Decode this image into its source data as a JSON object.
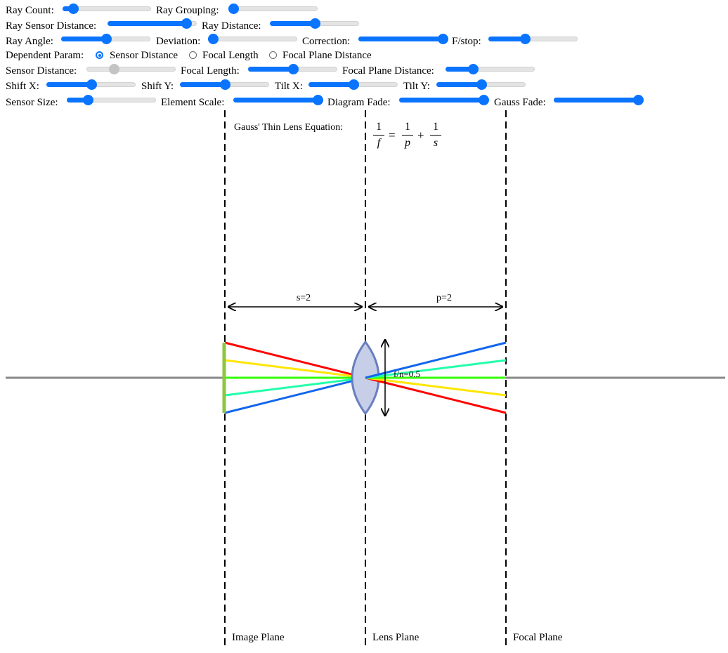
{
  "controls": {
    "ray_count": {
      "label": "Ray Count:",
      "value": 0.07
    },
    "ray_grouping": {
      "label": "Ray Grouping:",
      "value": 0.0
    },
    "ray_sensor_distance": {
      "label": "Ray Sensor Distance:",
      "value": 0.93
    },
    "ray_distance": {
      "label": "Ray Distance:",
      "value": 0.5
    },
    "ray_angle": {
      "label": "Ray Angle:",
      "value": 0.5
    },
    "deviation": {
      "label": "Deviation:",
      "value": 0.0
    },
    "correction": {
      "label": "Correction:",
      "value": 1.0
    },
    "fstop": {
      "label": "F/stop:",
      "value": 0.4
    },
    "dependent_param": {
      "label": "Dependent Param:",
      "options": [
        "Sensor Distance",
        "Focal Length",
        "Focal Plane Distance"
      ],
      "selected": "Sensor Distance"
    },
    "sensor_distance": {
      "label": "Sensor Distance:",
      "value": 0.28,
      "disabled": true
    },
    "focal_length": {
      "label": "Focal Length:",
      "value": 0.5
    },
    "focal_plane_distance": {
      "label": "Focal Plane Distance:",
      "value": 0.28
    },
    "shift_x": {
      "label": "Shift X:",
      "value": 0.5
    },
    "shift_y": {
      "label": "Shift Y:",
      "value": 0.5
    },
    "tilt_x": {
      "label": "Tilt X:",
      "value": 0.5
    },
    "tilt_y": {
      "label": "Tilt Y:",
      "value": 0.5
    },
    "sensor_size": {
      "label": "Sensor Size:",
      "value": 0.2
    },
    "element_scale": {
      "label": "Element Scale:",
      "value": 1.0
    },
    "diagram_fade": {
      "label": "Diagram Fade:",
      "value": 1.0
    },
    "gauss_fade": {
      "label": "Gauss Fade:",
      "value": 1.0
    }
  },
  "diagram": {
    "equation_label": "Gauss' Thin Lens Equation:",
    "equation": {
      "lhs_num": "1",
      "lhs_den": "f",
      "equals": "=",
      "t1_num": "1",
      "t1_den": "p",
      "plus": "+",
      "t2_num": "1",
      "t2_den": "s"
    },
    "s_label": "s=2",
    "p_label": "p=2",
    "fn_label": "f/n=0.5",
    "image_plane_label": "Image Plane",
    "lens_plane_label": "Lens Plane",
    "focal_plane_label": "Focal Plane",
    "colors": {
      "axis": "#888888",
      "sensor": "#8dc63f",
      "lens_fill": "#c7cee8",
      "lens_stroke": "#6a7fbf",
      "ray_red": "#ff0000",
      "ray_yellow": "#ffe600",
      "ray_green": "#33ff00",
      "ray_cyan": "#22ffaa",
      "ray_blue": "#1166ee"
    }
  }
}
